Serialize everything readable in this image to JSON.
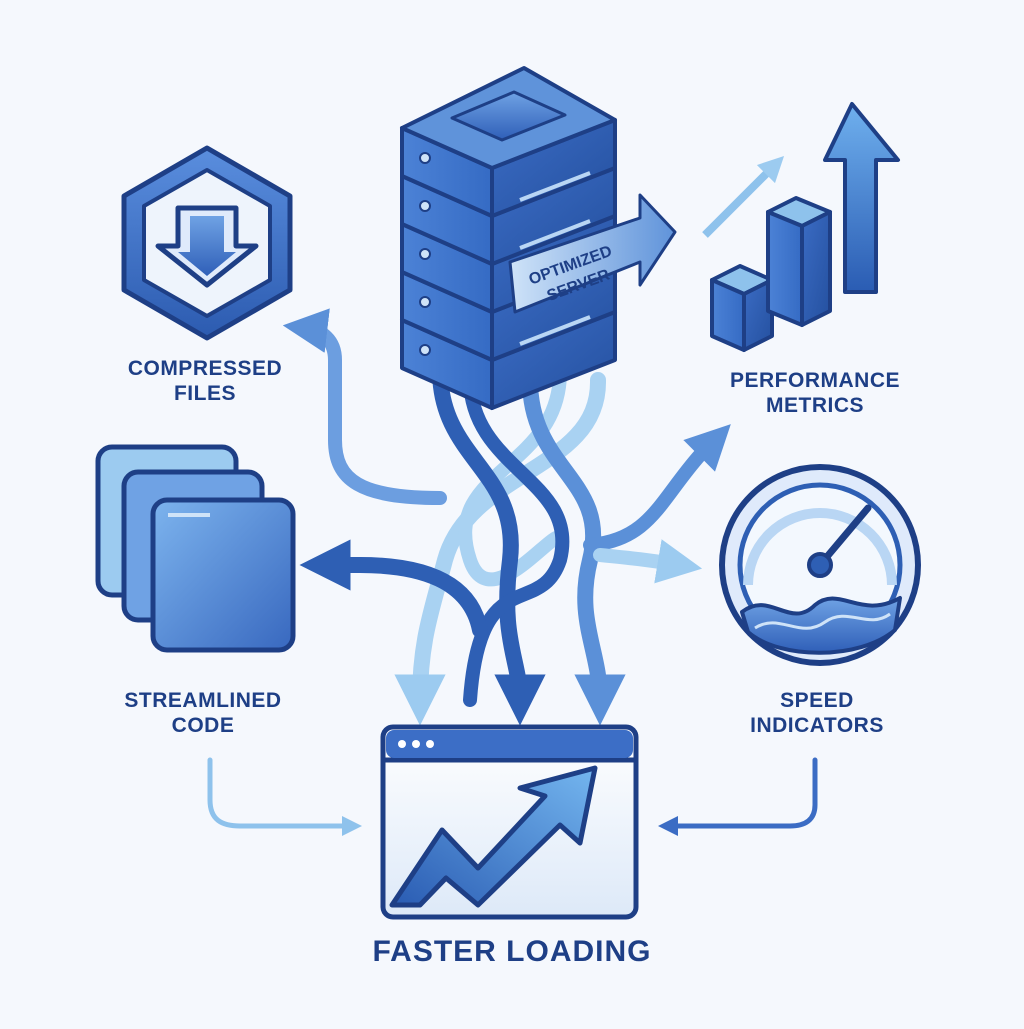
{
  "diagram": {
    "server": {
      "badge_line1": "OPTIMIZED",
      "badge_line2": "SERVER"
    },
    "labels": {
      "compressed": {
        "line1": "COMPRESSED",
        "line2": "FILES"
      },
      "performance": {
        "line1": "PERFORMANCE",
        "line2": "METRICS"
      },
      "streamlined": {
        "line1": "STREAMLINED",
        "line2": "CODE"
      },
      "speed": {
        "line1": "SPEED",
        "line2": "INDICATORS"
      },
      "faster": "FASTER LOADING"
    },
    "icons": [
      "server-stack-icon",
      "download-hexagon-icon",
      "bar-chart-arrow-icon",
      "stacked-pages-icon",
      "speedometer-icon",
      "browser-trend-icon"
    ],
    "colors": {
      "primary": "#2e5fb4",
      "dark": "#1e3f86",
      "light": "#8ec2ec",
      "background": "#f5f8fd"
    }
  }
}
